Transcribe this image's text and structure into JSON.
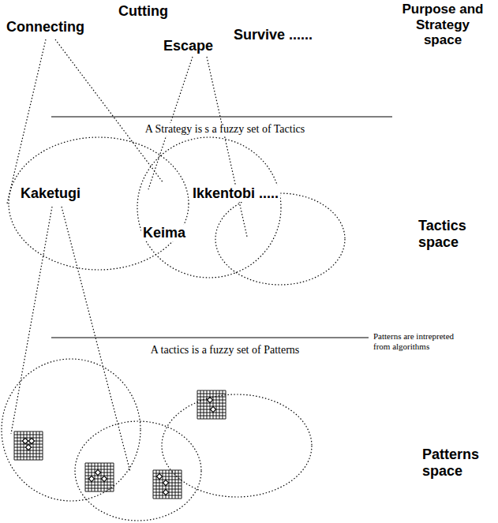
{
  "diagram": {
    "nodes": [
      {
        "text": [
          "Kaketugi"
        ]
      },
      {
        "text": [
          "Ikkentobi .....",
          "Keima"
        ]
      }
    ],
    "labels": [
      "Cutting",
      "Connecting",
      "Escape",
      "Survive ......",
      "Purpose and Strategy space",
      "A Strategy is s a fuzzy set of Tactics",
      "Tactics space",
      "Patterns are intrepreted from algorithms",
      "A tactics is a fuzzy set of Patterns",
      "Patterns space"
    ]
  }
}
